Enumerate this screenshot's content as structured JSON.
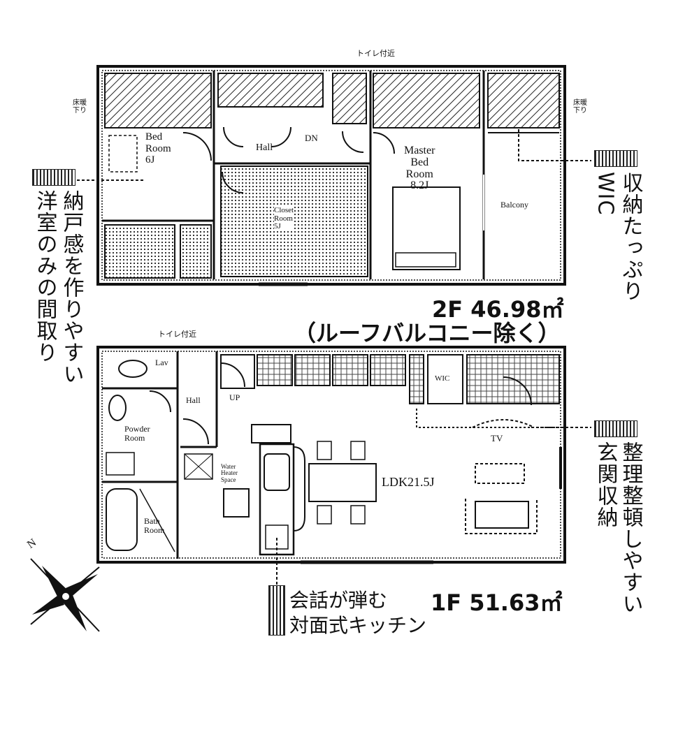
{
  "floor2": {
    "area_label": "2F 46.98㎡",
    "note_label": "（ルーフバルコニー除く）",
    "rooms": {
      "bedroom": "Bed\nRoom\n6J",
      "hall": "Hall",
      "dn": "DN",
      "master": "Master\nBed\nRoom\n8.2J",
      "balcony": "Balcony",
      "closet": "Closet\nRoom\n5J",
      "toilet_note": "トイレ付近"
    },
    "left_stub": "床暖\n下り",
    "right_stub": "床暖\n下り"
  },
  "floor1": {
    "area_label": "1F 51.63㎡",
    "toilet_note": "トイレ付近",
    "rooms": {
      "lav": "Lav",
      "hall": "Hall",
      "up": "UP",
      "powder": "Powder\nRoom",
      "bath": "Bath\nRoom",
      "water_heater": "Water\nHeater\nSpace",
      "ldk": "LDK21.5J",
      "tv": "TV",
      "wic": "WIC"
    }
  },
  "callouts": {
    "left_col1": "納戸感を作りやすい",
    "left_col2": "洋室のみの間取り",
    "right_top_col1": "収納たっぷり",
    "right_top_col2": "WIC",
    "right_bottom_col1": "整理整頓しやすい",
    "right_bottom_col2": "玄関収納",
    "kitchen_line1": "会話が弾む",
    "kitchen_line2": "対面式キッチン"
  },
  "compass": {
    "label": "N"
  }
}
